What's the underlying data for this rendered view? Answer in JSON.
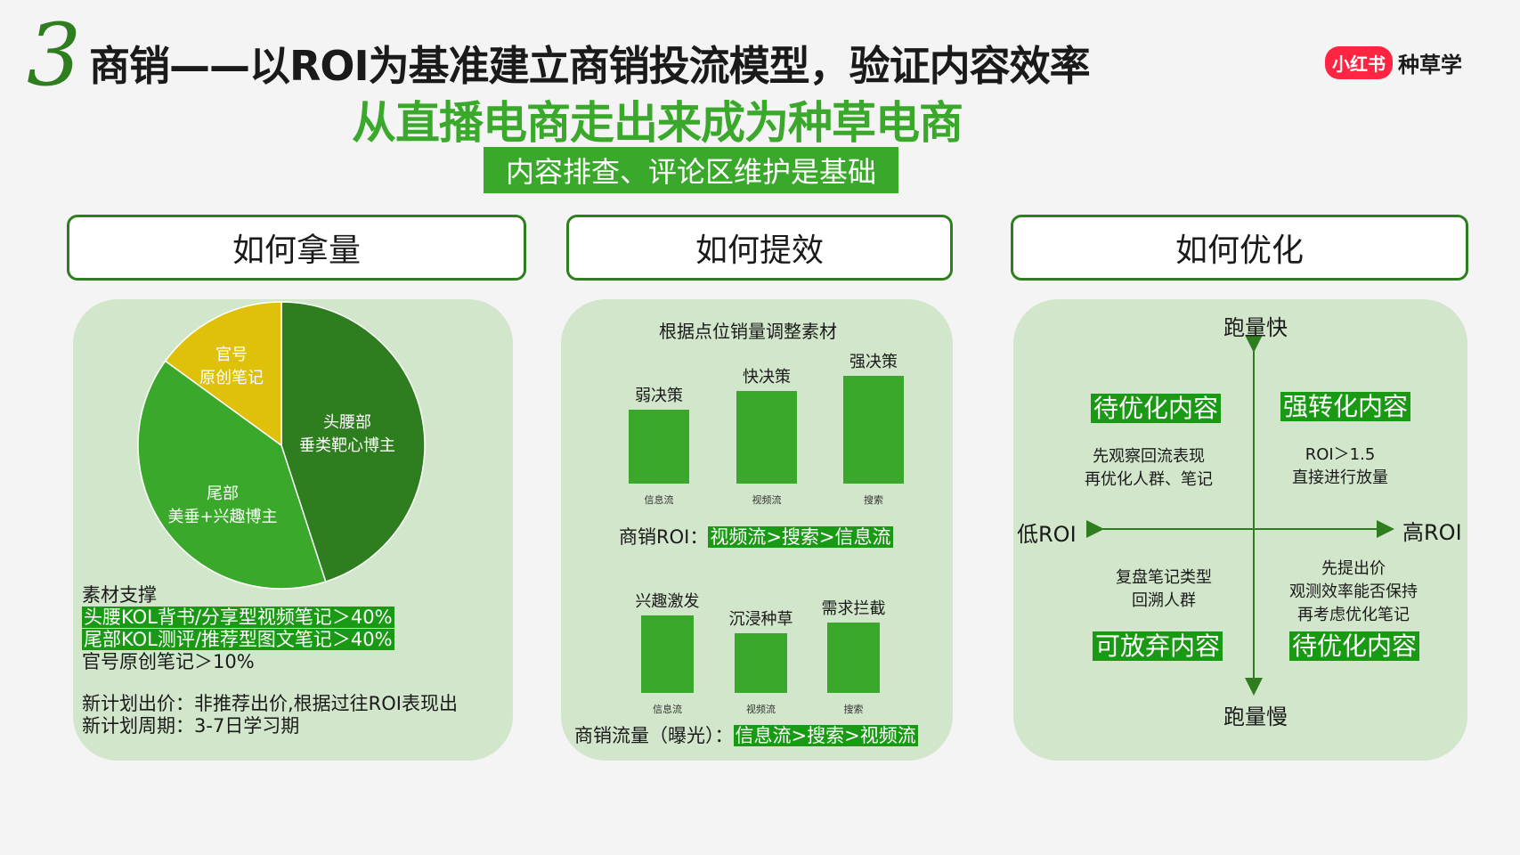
{
  "header": {
    "number": "3",
    "title": "商销——以ROI为基准建立商销投流模型，验证内容效率",
    "subtitle": "从直播电商走出来成为种草电商",
    "tag": "内容排查、评论区维护是基础",
    "logo_badge": "小红书",
    "logo_text": "种草学"
  },
  "sections": {
    "s1": "如何拿量",
    "s2": "如何提效",
    "s3": "如何优化"
  },
  "pie_labels": {
    "head": [
      "头腰部",
      "垂类靶心博主"
    ],
    "tail": [
      "尾部",
      "美垂+兴趣博主"
    ],
    "official": [
      "官号",
      "原创笔记"
    ]
  },
  "left_text": {
    "heading": "素材支撑",
    "line1": "头腰KOL背书/分享型视频笔记＞40%",
    "line2": "尾部KOL测评/推荐型图文笔记＞40%",
    "line3": "官号原创笔记＞10%",
    "plan1": "新计划出价：非推荐出价,根据过往ROI表现出",
    "plan2": "新计划周期：3-7日学习期"
  },
  "mid_text": {
    "top_title": "根据点位销量调整素材",
    "roi_label": "商销ROI：",
    "roi_value": "视频流>搜索>信息流",
    "flow_label": "商销流量（曝光）：",
    "flow_value": "信息流>搜索>视频流"
  },
  "quadrant": {
    "top": "跑量快",
    "bottom": "跑量慢",
    "left": "低ROI",
    "right": "高ROI",
    "tl_title": "待优化内容",
    "tl_desc": [
      "先观察回流表现",
      "再优化人群、笔记"
    ],
    "tr_title": "强转化内容",
    "tr_desc": [
      "ROI＞1.5",
      "直接进行放量"
    ],
    "bl_title": "可放弃内容",
    "bl_desc": [
      "复盘笔记类型",
      "回溯人群"
    ],
    "br_title": "待优化内容",
    "br_desc": [
      "先提出价",
      "观测效率能否保持",
      "再考虑优化笔记"
    ]
  },
  "colors": {
    "dark_green": "#2e7d1e",
    "green": "#3aa82a",
    "yellow": "#e0c10a",
    "panel": "#d2e6cb",
    "highlight": "#1a9a14"
  },
  "chart_data": [
    {
      "type": "pie",
      "categories": [
        "头腰部 垂类靶心博主",
        "尾部 美垂+兴趣博主",
        "官号 原创笔记"
      ],
      "values": [
        45,
        40,
        15
      ],
      "colors": [
        "#2e7d1e",
        "#3aa82a",
        "#e0c10a"
      ]
    },
    {
      "type": "bar",
      "categories": [
        "信息流",
        "视频流",
        "搜索"
      ],
      "labels": [
        "弱决策",
        "快决策",
        "强决策"
      ],
      "values": [
        4,
        5,
        5.8
      ],
      "ylim": [
        0,
        7
      ]
    },
    {
      "type": "bar",
      "categories": [
        "信息流",
        "视频流",
        "搜索"
      ],
      "labels": [
        "兴趣激发",
        "沉浸种草",
        "需求拦截"
      ],
      "values": [
        4.4,
        3.4,
        4
      ]
    }
  ]
}
